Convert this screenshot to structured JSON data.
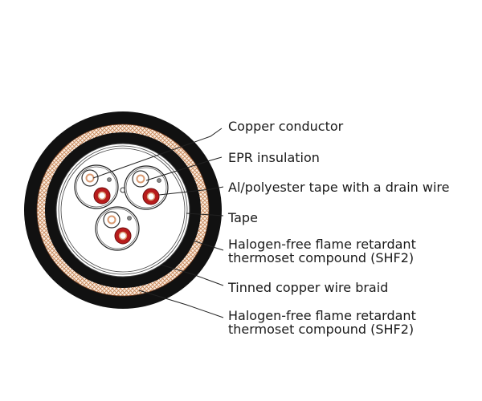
{
  "labels": {
    "copper_conductor": "Copper conductor",
    "epr_insulation": "EPR insulation",
    "al_polyester_tape": "Al/polyester tape with a drain wire",
    "tape": "Tape",
    "inner_sheath_line1": "Halogen-free flame retardant",
    "inner_sheath_line2": "thermoset compound (SHF2)",
    "tinned_braid": "Tinned copper wire braid",
    "outer_sheath_line1": "Halogen-free flame retardant",
    "outer_sheath_line2": "thermoset compound (SHF2)"
  },
  "colors": {
    "sheath": "#111111",
    "braid": "#c8875a",
    "braid_background": "#fbeee2",
    "tape": "#ffffff",
    "insulation_red": "#b81c1c",
    "conductor_copper": "#d99a72",
    "leader_line": "#222222"
  }
}
